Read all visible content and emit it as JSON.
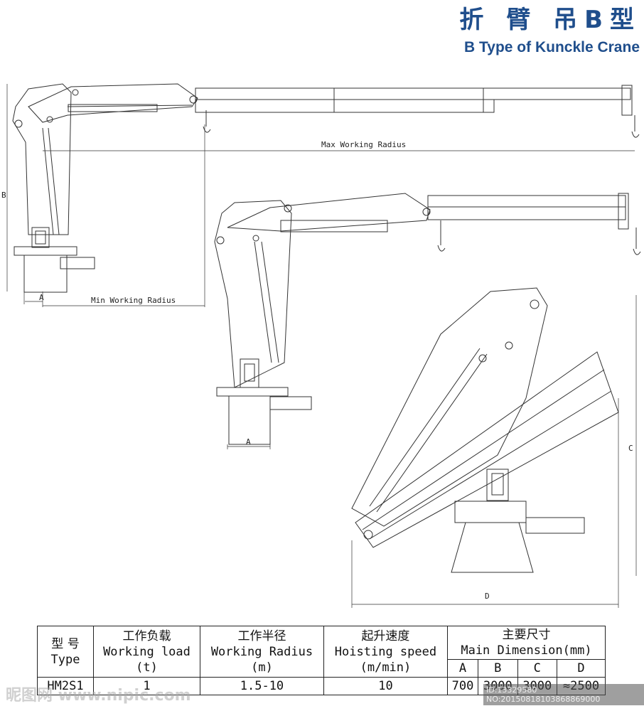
{
  "header": {
    "title_cn": "折 臂 吊B型",
    "title_en": "B Type of Kunckle Crane"
  },
  "diagram": {
    "label_max_radius": "Max Working Radius",
    "label_min_radius": "Min Working Radius",
    "dim_a": "A",
    "dim_b": "B",
    "dim_c": "C",
    "dim_d": "D"
  },
  "table": {
    "type_cn": "型 号",
    "type_en": "Type",
    "load_cn": "工作负载",
    "load_en": "Working load",
    "load_unit": "(t)",
    "radius_cn": "工作半径",
    "radius_en": "Working Radius",
    "radius_unit": "(m)",
    "speed_cn": "起升速度",
    "speed_en": "Hoisting speed",
    "speed_unit": "(m/min)",
    "dim_cn": "主要尺寸",
    "dim_en": "Main Dimension(mm)",
    "col_a": "A",
    "col_b": "B",
    "col_c": "C",
    "col_d": "D",
    "row": {
      "type": "HM2S1",
      "load": "1",
      "radius": "1.5-10",
      "speed": "10",
      "a": "700",
      "b": "3000",
      "c": "3000",
      "d": "≈2500"
    }
  },
  "watermark": {
    "text": "昵图网 www.nipic.com",
    "id": "ID:13329580 NO:20150818103868869000"
  }
}
